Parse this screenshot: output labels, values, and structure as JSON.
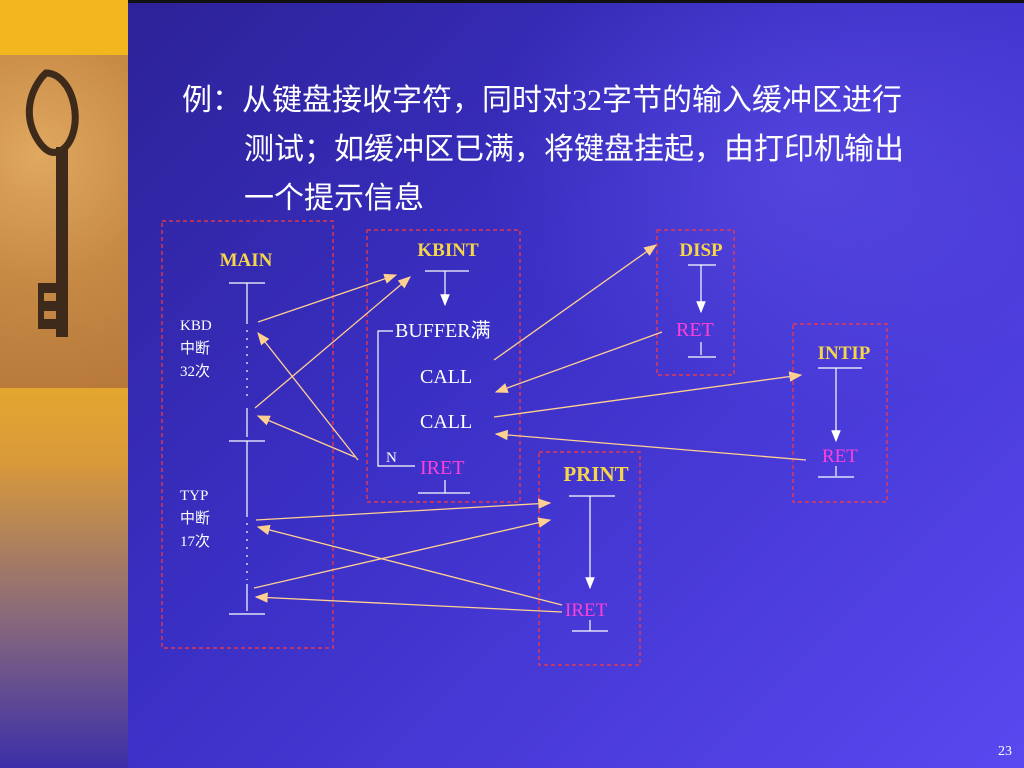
{
  "slide": {
    "title_line1": "例：从键盘接收字符，同时对32字节的输入缓冲区进行",
    "title_line2": "测试；如缓冲区已满，将键盘挂起，由打印机输出",
    "title_line3": "一个提示信息",
    "page_number": "23"
  },
  "diagram": {
    "main": {
      "label": "MAIN",
      "kbd_lines": [
        "KBD",
        "中断",
        "32次"
      ],
      "typ_lines": [
        "TYP",
        "中断",
        "17次"
      ]
    },
    "kbint": {
      "label": "KBINT",
      "buffer": "BUFFER满",
      "call1": "CALL",
      "call2": "CALL",
      "n": "N",
      "iret": "IRET"
    },
    "disp": {
      "label": "DISP",
      "ret": "RET"
    },
    "intip": {
      "label": "INTIP",
      "ret": "RET"
    },
    "print": {
      "label": "PRINT",
      "iret": "IRET"
    }
  },
  "colors": {
    "background": "#3a2fc4",
    "label_yellow": "#f5d64a",
    "magenta": "#ff40d8",
    "arrow": "#ffd090",
    "box_dash": "#ff3a3a"
  }
}
